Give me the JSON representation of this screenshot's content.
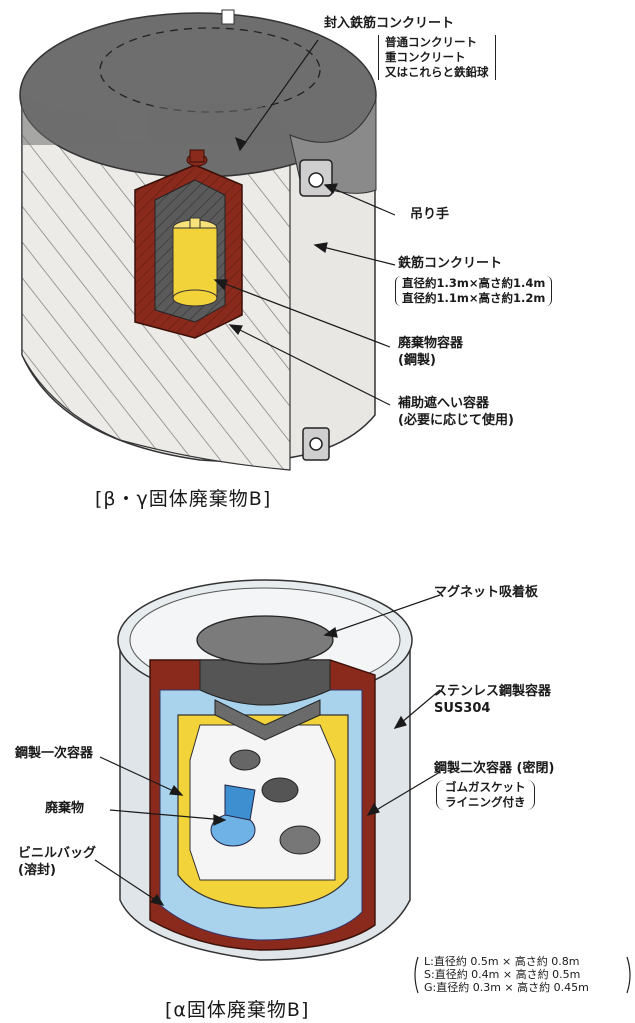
{
  "diagram_top": {
    "caption": "[β・γ固体廃棄物B]",
    "labels": {
      "sealed_concrete": "封入鉄筋コンクリート",
      "sealed_concrete_options": [
        "普通コンクリート",
        "重コンクリート",
        "又はこれらと鉄鉛球"
      ],
      "lifting_lug": "吊り手",
      "reinforced_concrete": "鉄筋コンクリート",
      "reinforced_concrete_dims": [
        "直径約1.3m×高さ約1.4m",
        "直径約1.1m×高さ約1.2m"
      ],
      "waste_container": "廃棄物容器",
      "waste_container_note": "(鋼製)",
      "aux_shield": "補助遮へい容器",
      "aux_shield_note": "(必要に応じて使用)"
    }
  },
  "diagram_bottom": {
    "caption": "[α固体廃棄物B]",
    "labels": {
      "magnet_plate": "マグネット吸着板",
      "stainless_container": "ステンレス鋼製容器",
      "stainless_grade": "SUS304",
      "primary_container": "鋼製一次容器",
      "secondary_container": "鋼製二次容器 (密閉)",
      "secondary_note": [
        "ゴムガスケット",
        "ライニング付き"
      ],
      "waste": "廃棄物",
      "vinyl_bag": "ビニルバッグ",
      "vinyl_bag_note": "(溶封)"
    },
    "sizes": [
      "L:直径約 0.5m × 高さ約 0.8m",
      "S:直径約 0.4m × 高さ約 0.5m",
      "G:直径約 0.3m × 高さ約 0.45m"
    ]
  },
  "colors": {
    "concrete_dark": "#6e6e6e",
    "concrete_light": "#e9e7e3",
    "brown": "#8a2a1c",
    "yellow": "#f3d33a",
    "light_blue": "#a9d3ec",
    "steel": "#dfe5e8"
  }
}
